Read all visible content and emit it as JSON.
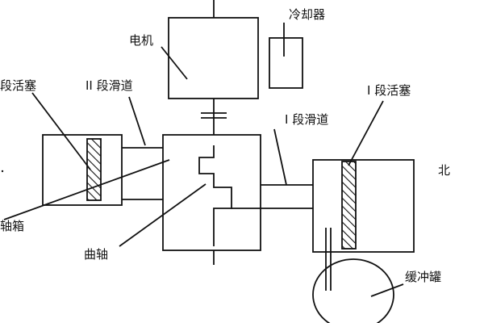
{
  "diagram": {
    "labels": {
      "motor": "电机",
      "cooler": "冷却器",
      "stage2_piston": "段活塞",
      "stage2_slide": "II 段滑道",
      "stage1_slide": "I 段滑道",
      "stage1_piston": "I 段活塞",
      "north": "北",
      "crankcase": "轴箱",
      "crankshaft": "曲轴",
      "buffer_tank": "缓冲罐"
    },
    "colors": {
      "line": "#111111",
      "background": "#ffffff"
    }
  }
}
